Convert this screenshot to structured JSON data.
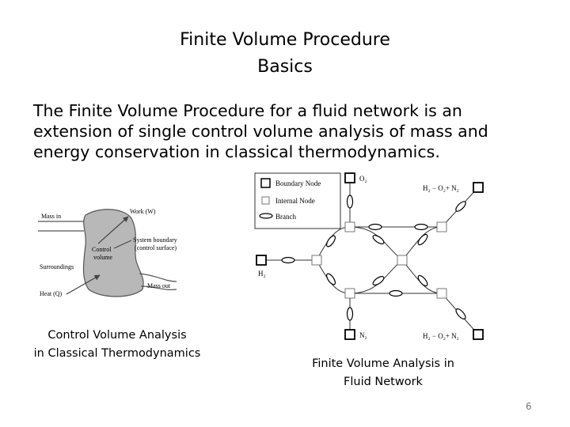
{
  "slide": {
    "title_line1": "Finite Volume Procedure",
    "title_line2": "Basics",
    "body": "The Finite Volume Procedure for a fluid network is an extension of single control volume analysis of mass and energy conservation in classical thermodynamics.",
    "page_number": "6"
  },
  "left_figure": {
    "labels": {
      "mass_in": "Mass in",
      "work": "Work (W)",
      "system_boundary_line1": "System boundary",
      "system_boundary_line2": "(control surface)",
      "control_volume_line1": "Control",
      "control_volume_line2": "volume",
      "surroundings": "Surroundings",
      "heat": "Heat (Q)",
      "mass_out": "Mass out"
    },
    "caption_line1": "Control Volume Analysis",
    "caption_line2": "in Classical Thermodynamics"
  },
  "right_figure": {
    "legend": {
      "boundary_node": "Boundary Node",
      "internal_node": "Internal Node",
      "branch": "Branch"
    },
    "labels": {
      "o2": "O₂",
      "h2": "H₂",
      "n2": "N₂",
      "mix_top": "H₂ − O₂+ N₂",
      "mix_bottom": "H₂ − O₂+ N₂"
    },
    "caption_line1": "Finite Volume Analysis in",
    "caption_line2": "Fluid Network"
  }
}
